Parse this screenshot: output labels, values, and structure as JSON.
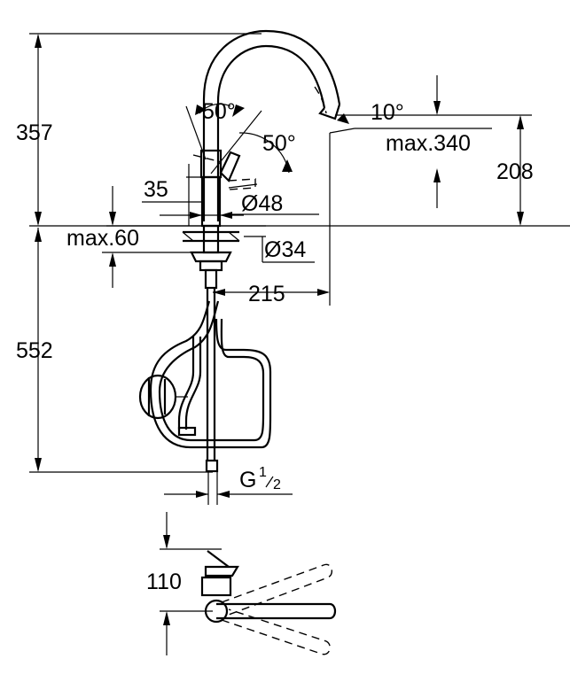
{
  "dimensions": {
    "height_top": "357",
    "height_bottom": "552",
    "angle_10": "10°",
    "angle_50_a": "50°",
    "angle_50_b": "50°",
    "reach_max": "max.340",
    "spout_height": "208",
    "width_35": "35",
    "dia_48": "Ø48",
    "max_60": "max.60",
    "dia_34": "Ø34",
    "reach_215": "215",
    "thread_g": "G",
    "thread_num": "1",
    "thread_den": "2",
    "plan_110": "110"
  },
  "colors": {
    "line": "#000000",
    "background": "#ffffff"
  }
}
